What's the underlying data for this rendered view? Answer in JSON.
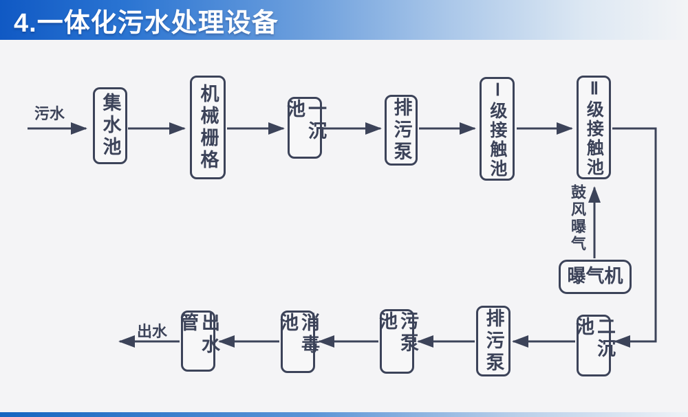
{
  "header": {
    "title": "4.一体化污水处理设备"
  },
  "diagram": {
    "flow_labels": {
      "inflow": "污水",
      "outflow": "出水",
      "aeration": "鼓风曝气"
    },
    "nodes": {
      "collection_tank": "集水池",
      "mechanical_grid": "机械栅格",
      "primary_sedimentation_tank": "一沉池",
      "sewage_pump_top": "排污泵",
      "level1_contact_tank": "Ⅰ级接触池",
      "level2_contact_tank": "Ⅱ级接触池",
      "aerator": "曝气机",
      "secondary_sedimentation_tank": "二沉池",
      "sewage_pump_bottom": "排污泵",
      "sludge_pump_tank": "污泵池",
      "disinfection_tank": "消毒池",
      "outlet_pipe": "出水管"
    },
    "colors": {
      "line": "#3c4359",
      "header_blue": "#1565c8",
      "background": "#f4f4f6"
    }
  }
}
